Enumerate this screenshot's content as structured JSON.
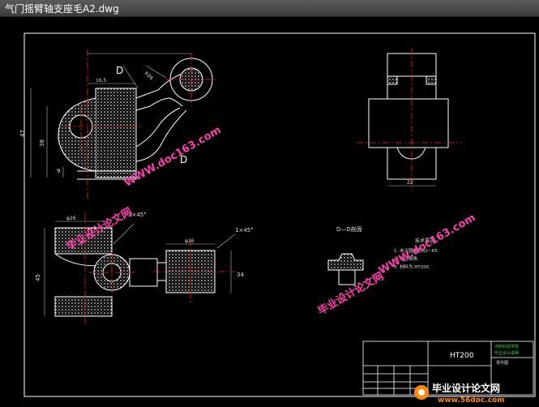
{
  "window": {
    "title": "气门摇臂轴支座毛A2.dwg"
  },
  "drawing": {
    "dim_16_5": "16.5",
    "dim_47": "47",
    "dim_38": "38",
    "dim_9": "9",
    "dim_r26": "R26",
    "dim_phi26_a": "φ26",
    "dim_phi26_b": "φ26",
    "dim_1x45_a": "1×45°",
    "dim_1x45_b": "1×45°",
    "dim_45": "45",
    "dim_34": "34",
    "dim_22": "22",
    "label_d1": "D",
    "label_d2": "D",
    "section_label": "D—D剖面",
    "notes_title": "技术要求",
    "note1": "1. 未注圆角为R2~R5",
    "note2": "2. 未注倒角",
    "note3": "3. 材料为 HT200",
    "material": "HT200",
    "title_cell1": "河南科技学院",
    "title_cell2": "毕业设计说明",
    "title_cell3": "零件图"
  },
  "watermarks": {
    "site1": "WWW.doc163.com",
    "site2": "毕业设计论文网",
    "site3": "WWW.doc163.com",
    "site4": "毕业设计论文网",
    "brand": "毕业设计论文网",
    "brand_url": "www.56doc.com"
  },
  "colors": {
    "line": "#ffffff",
    "center": "#ff2020",
    "dim": "#cccccc",
    "watermark": "#ff3fae",
    "frame": "#ffffff"
  }
}
